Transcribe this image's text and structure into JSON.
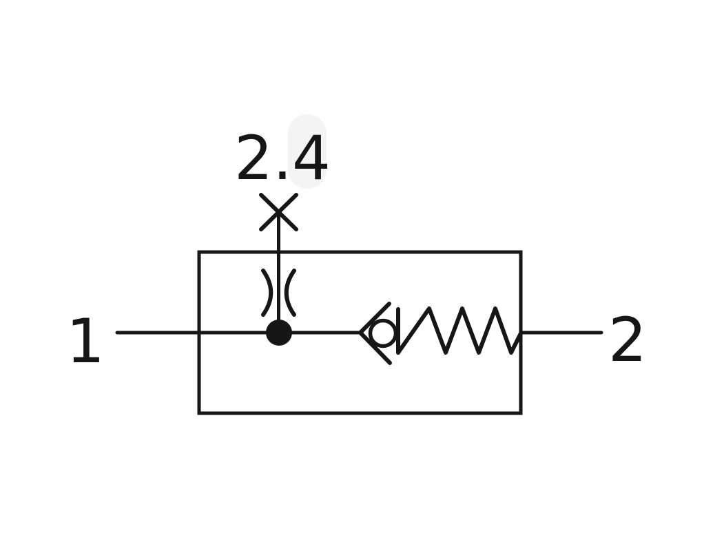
{
  "diagram": {
    "labels": {
      "port_left": "1",
      "port_right": "2",
      "pilot_port": "2.4"
    },
    "colors": {
      "line": "#161616",
      "background": "#ffffff",
      "artifact_blob": "#f4f4f4"
    },
    "icons": {
      "plugged-port-x-icon": "×",
      "orifice-restriction-icon": ")(",
      "junction-dot-icon": "●",
      "check-valve-seat-icon": "<",
      "check-valve-ball-icon": "○",
      "spring-icon": "⌇",
      "enclosure-box": "▭"
    }
  }
}
